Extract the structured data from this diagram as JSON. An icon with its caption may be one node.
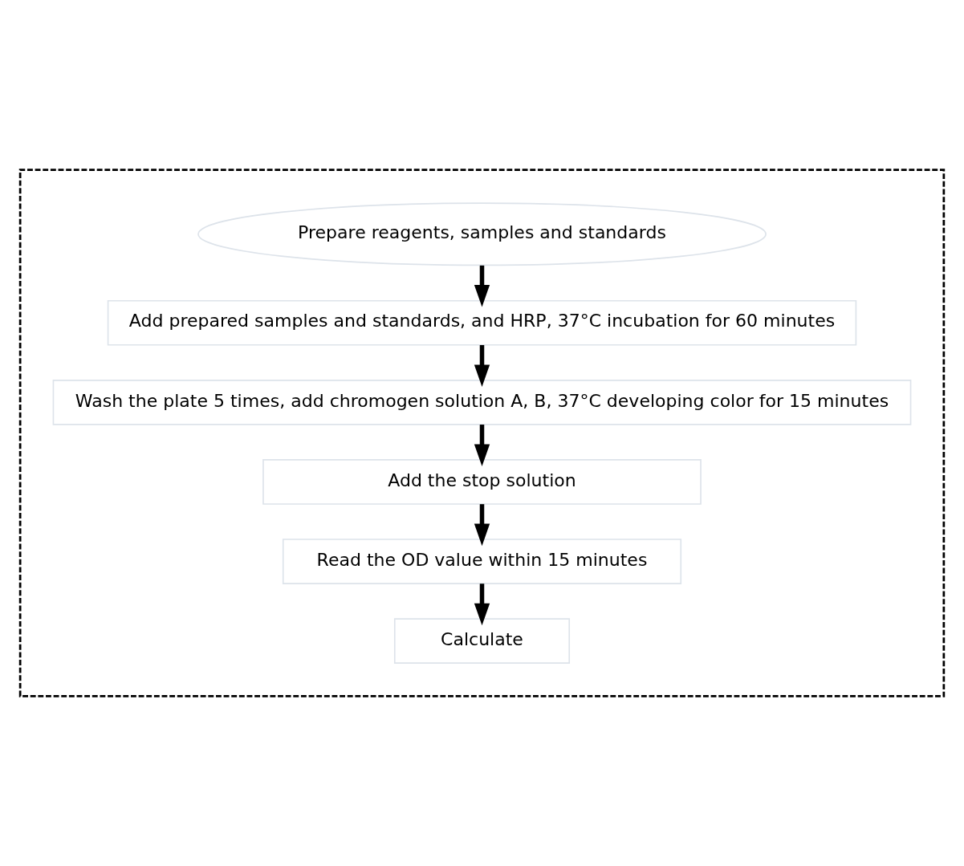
{
  "diagram": {
    "nodes": [
      {
        "text": [],
        "shape": "box"
      },
      {
        "text": [
          "Prepare reagents, samples and standards"
        ],
        "in": 0
      },
      {
        "text": [
          "Add prepared samples and standards, and HRP, 37°C incubation for 60 minutes"
        ],
        "in": 0
      },
      {
        "text": [
          "Wash the plate 5 times, add chromogen solution A, B, 37°C developing color for 15 minutes"
        ],
        "in": 0
      },
      {
        "text": [
          "Add the stop solution"
        ],
        "in": 0
      },
      {
        "text": [
          "Read the OD value within 15 minutes"
        ],
        "in": 0
      },
      {
        "text": [
          "Calculate"
        ],
        "in": 0
      }
    ],
    "edges": [
      {
        "from": 1,
        "to": 2,
        "arrow": "to"
      },
      {
        "from": 2,
        "to": 3,
        "arrow": "to"
      },
      {
        "from": 3,
        "to": 4,
        "arrow": "to"
      },
      {
        "from": 4,
        "to": 5,
        "arrow": "to"
      },
      {
        "from": 5,
        "to": 6,
        "arrow": "to"
      }
    ]
  }
}
